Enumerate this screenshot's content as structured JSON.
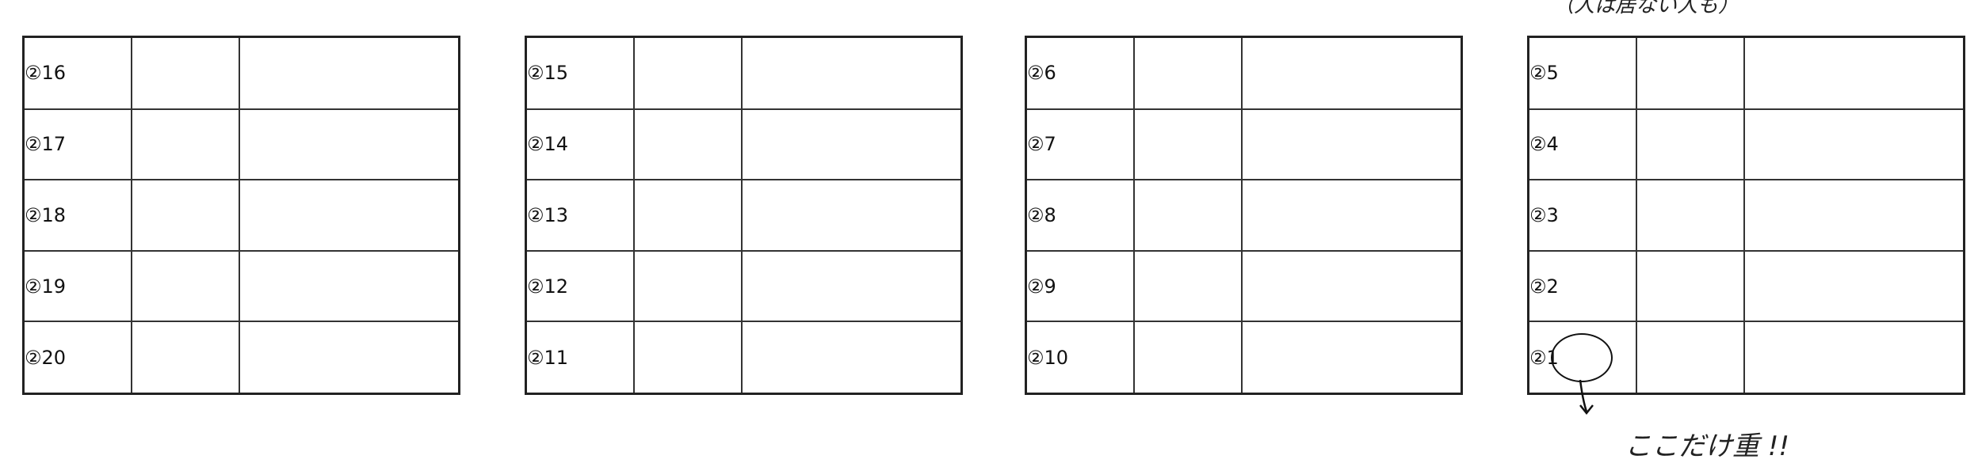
{
  "tables": [
    {
      "rows": [
        "②16",
        "②17",
        "②18",
        "②19",
        "②20"
      ]
    },
    {
      "rows": [
        "②15",
        "②14",
        "②13",
        "②12",
        "②11"
      ]
    },
    {
      "rows": [
        "②6",
        "②7",
        "②8",
        "②9",
        "②10"
      ]
    },
    {
      "rows": [
        "②5",
        "②4",
        "②3",
        "②2",
        "②1"
      ]
    }
  ],
  "annotations": {
    "top_note": "（人は居ない人も）",
    "bottom_note": "ここだけ重 !!"
  }
}
